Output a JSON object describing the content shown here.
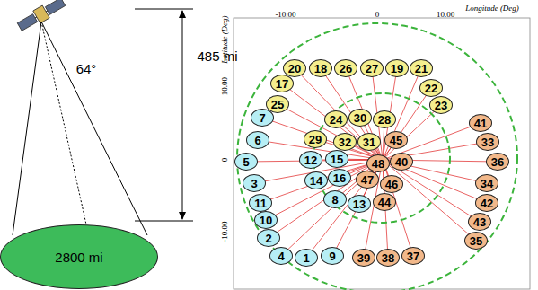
{
  "diagram": {
    "nodes": [
      {
        "text": [
          "2800 mi"
        ]
      },
      {
        "text": [
          "20"
        ]
      },
      {
        "text": [
          "18"
        ]
      },
      {
        "text": [
          "26"
        ]
      },
      {
        "text": [
          "27"
        ]
      },
      {
        "text": [
          "19"
        ]
      },
      {
        "text": [
          "21"
        ]
      },
      {
        "text": [
          "17"
        ]
      },
      {
        "text": [
          "22"
        ]
      },
      {
        "text": [
          "25"
        ]
      },
      {
        "text": [
          "23"
        ]
      },
      {
        "text": [
          "7"
        ]
      },
      {
        "text": [
          "24"
        ]
      },
      {
        "text": [
          "30"
        ]
      },
      {
        "text": [
          "28"
        ]
      },
      {
        "text": [
          "41"
        ]
      },
      {
        "text": [
          "6"
        ]
      },
      {
        "text": [
          "29"
        ]
      },
      {
        "text": [
          "32"
        ]
      },
      {
        "text": [
          "31"
        ]
      },
      {
        "text": [
          "45"
        ]
      },
      {
        "text": [
          "33"
        ]
      },
      {
        "text": [
          "5"
        ]
      },
      {
        "text": [
          "12"
        ]
      },
      {
        "text": [
          "15"
        ]
      },
      {
        "text": [
          "48"
        ]
      },
      {
        "text": [
          "40"
        ]
      },
      {
        "text": [
          "36"
        ]
      },
      {
        "text": [
          "3"
        ]
      },
      {
        "text": [
          "14"
        ]
      },
      {
        "text": [
          "16"
        ]
      },
      {
        "text": [
          "47"
        ]
      },
      {
        "text": [
          "46"
        ]
      },
      {
        "text": [
          "34"
        ]
      },
      {
        "text": [
          "11"
        ]
      },
      {
        "text": [
          "8"
        ]
      },
      {
        "text": [
          "13"
        ]
      },
      {
        "text": [
          "44"
        ]
      },
      {
        "text": [
          "42"
        ]
      },
      {
        "text": [
          "10"
        ]
      },
      {
        "text": [
          "43"
        ]
      },
      {
        "text": [
          "2"
        ]
      },
      {
        "text": [
          "35"
        ]
      },
      {
        "text": [
          "4"
        ]
      },
      {
        "text": [
          "1"
        ]
      },
      {
        "text": [
          "9"
        ]
      },
      {
        "text": [
          "39"
        ]
      },
      {
        "text": [
          "38"
        ]
      },
      {
        "text": [
          "37"
        ]
      }
    ],
    "labels": [
      "485 mi",
      "64°",
      "Longitude (Deg)",
      "Latitude (Deg)",
      "-10.00",
      "0",
      "10.00",
      "10.00",
      "0",
      "-10.00"
    ]
  }
}
